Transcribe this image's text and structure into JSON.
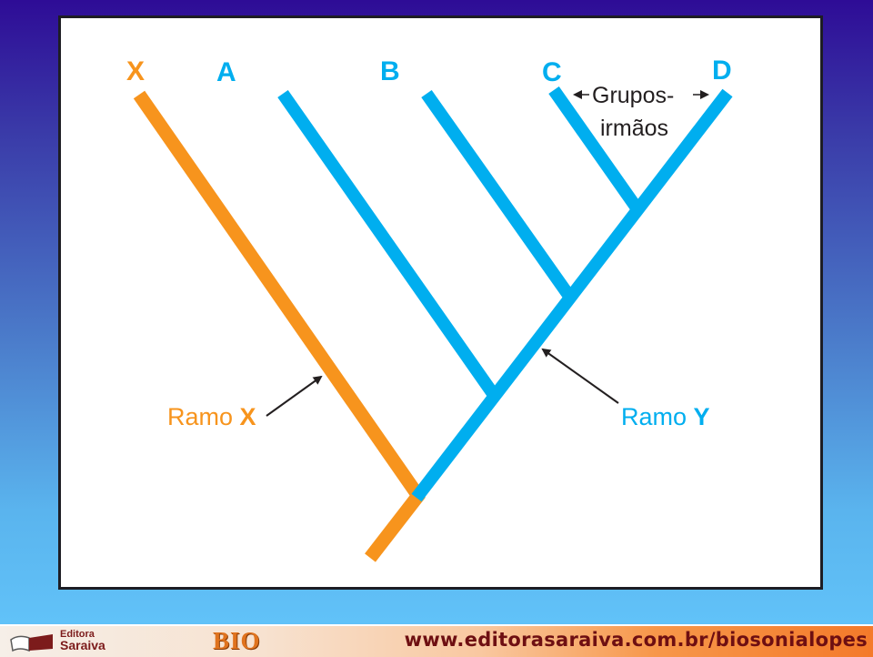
{
  "diagram": {
    "type": "cladogram",
    "taxa": [
      {
        "label": "X",
        "color": "#f7941d"
      },
      {
        "label": "A",
        "color": "#00aeef"
      },
      {
        "label": "B",
        "color": "#00aeef"
      },
      {
        "label": "C",
        "color": "#00aeef"
      },
      {
        "label": "D",
        "color": "#00aeef"
      }
    ],
    "annotations": {
      "sister_groups_line1": "Grupos-",
      "sister_groups_line2": "irmãos",
      "branch_x_prefix": "Ramo",
      "branch_x_letter": "X",
      "branch_y_prefix": "Ramo",
      "branch_y_letter": "Y"
    },
    "colors": {
      "outgroup": "#f7941d",
      "ingroup": "#00aeef",
      "arrow": "#231f20",
      "frame_border": "#1d1d24"
    }
  },
  "footer": {
    "logo_line1": "Editora",
    "logo_line2": "Saraiva",
    "bio_label": "BIO",
    "url": "www.editorasaraiva.com.br/biosonialopes"
  }
}
